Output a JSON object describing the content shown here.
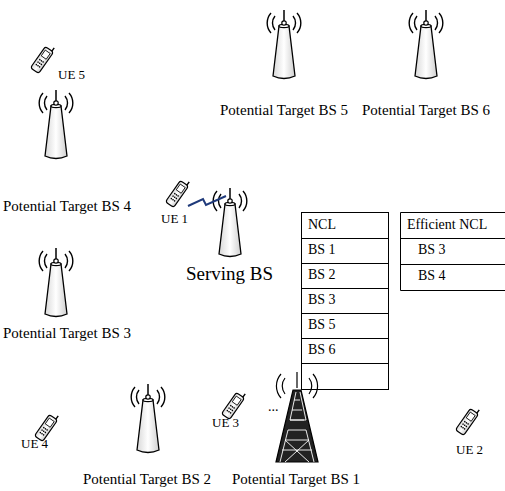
{
  "diagram": {
    "labels": [
      "UE 5",
      "Potential Target BS 5",
      "Potential Target BS 6",
      "Potential Target BS 4",
      "NCL",
      "Efficient NCL",
      "BS 1",
      "BS 3",
      "BS 2",
      "BS 4",
      "UE 1",
      "BS 3",
      "BS 5",
      "Serving BS",
      "BS 6",
      "Potential Target BS 3",
      "...",
      "UE 4",
      "UE 3",
      "UE 2",
      "Potential Target BS 2",
      "Potential Target BS 1"
    ]
  }
}
